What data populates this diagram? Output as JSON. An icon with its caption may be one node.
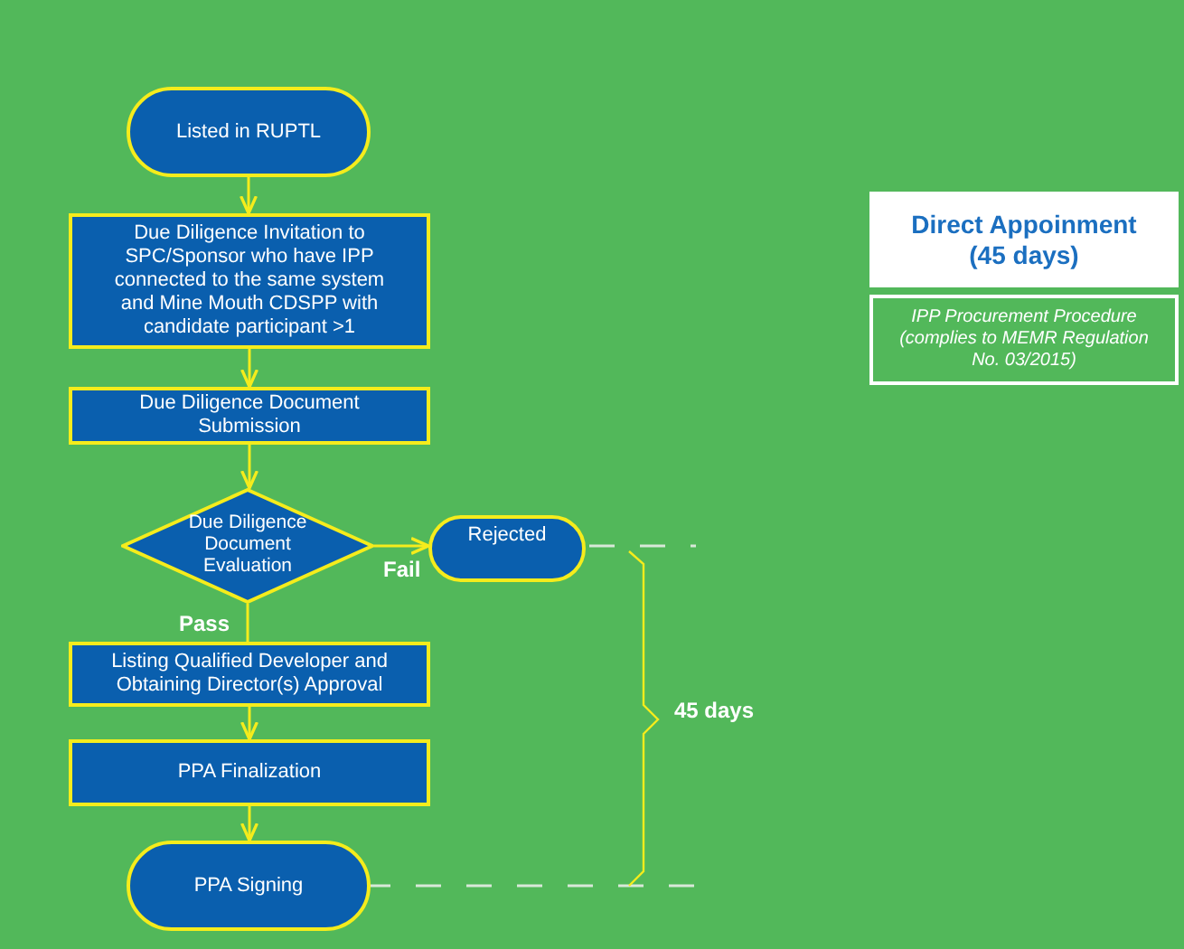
{
  "diagram": {
    "nodes": [
      {
        "text": [
          "Listed in RUPTL"
        ]
      },
      {
        "text": [
          "Due Diligence Invitation to SPC/Sponsor who have IPP connected to the same system and Mine Mouth CDSPP with candidate participant >1"
        ]
      },
      {
        "text": [
          "Due Diligence Document Submission"
        ]
      },
      {
        "text": [
          "Due Diligence Document Evaluation"
        ]
      },
      {
        "text": [
          "Rejected"
        ]
      },
      {
        "text": [
          "Listing Qualified Developer and Obtaining Director(s) Approval"
        ]
      },
      {
        "text": [
          "PPA Finalization"
        ]
      },
      {
        "text": [
          "PPA Signing"
        ]
      },
      {
        "text": [
          "Direct Appoinment (45 days)"
        ]
      },
      {
        "text": [
          "IPP Procurement Procedure (complies to MEMR Regulation No. 03/2015)"
        ]
      }
    ],
    "edges": [
      {
        "from": 0,
        "to": 1,
        "arrow": "to"
      },
      {
        "from": 1,
        "to": 2,
        "arrow": "to"
      },
      {
        "from": 2,
        "to": 3,
        "arrow": "to"
      },
      {
        "from": 3,
        "to": 4,
        "arrow": "to",
        "label": "Fail"
      },
      {
        "from": 3,
        "to": 5,
        "arrow": "none",
        "label": "Pass"
      },
      {
        "from": 5,
        "to": 6,
        "arrow": "to"
      },
      {
        "from": 6,
        "to": 7,
        "arrow": "to"
      }
    ],
    "labels": [
      "45 days"
    ]
  }
}
